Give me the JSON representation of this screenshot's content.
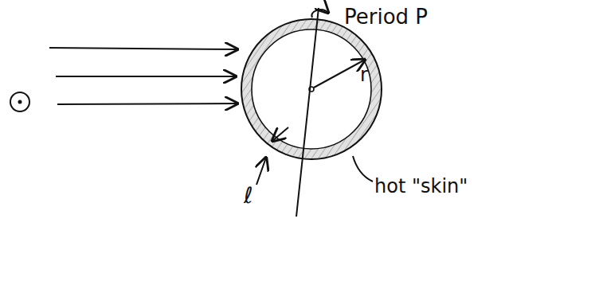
{
  "diagram": {
    "labels": [
      "Period P",
      "r",
      "ℓ",
      "hot \"skin\""
    ]
  }
}
